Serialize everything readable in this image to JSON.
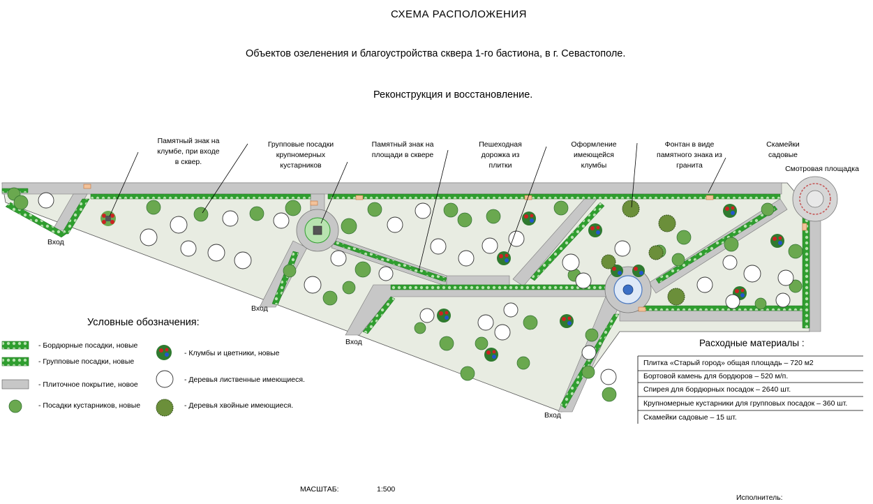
{
  "header": {
    "title": "СХЕМА  РАСПОЛОЖЕНИЯ",
    "subtitle": "Объектов озеленения и благоустройства сквера 1-го бастиона, в г. Севастополе.",
    "subtitle2": "Реконструкция и восстановление."
  },
  "callouts": [
    {
      "text": "Памятный знак на клумбе, при входе в сквер."
    },
    {
      "text": "Групповые посадки крупномерных кустарников"
    },
    {
      "text": "Памятный знак на площади в сквере"
    },
    {
      "text": "Пешеходная дорожка из плитки"
    },
    {
      "text": "Оформление имеющейся клумбы"
    },
    {
      "text": "Фонтан в виде памятного знака из гранита"
    },
    {
      "text": "Скамейки садовые"
    },
    {
      "text": "Смотровая площадка"
    }
  ],
  "entrances": [
    "Вход",
    "Вход",
    "Вход",
    "Вход"
  ],
  "legend": {
    "title": "Условные обозначения:",
    "items": [
      {
        "label": "- Бордюрные посадки, новые",
        "icon": "border-planting-icon"
      },
      {
        "label": "- Групповые посадки, новые",
        "icon": "group-planting-icon"
      },
      {
        "label": "- Плиточное покрытие, новое",
        "icon": "tile-paving-icon"
      },
      {
        "label": "- Посадки кустарников, новые",
        "icon": "shrub-icon"
      },
      {
        "label": "- Клумбы и цветники, новые",
        "icon": "flowerbed-icon"
      },
      {
        "label": "- Деревья лиственные имеющиеся.",
        "icon": "deciduous-tree-icon"
      },
      {
        "label": "- Деревья хвойные имеющиеся.",
        "icon": "conifer-tree-icon"
      }
    ]
  },
  "materials": {
    "title": "Расходные материалы :",
    "rows": [
      "Плитка «Старый город» общая площадь – 720 м2",
      "Бортовой камень для бордюров – 520 м/п.",
      "Спирея для бордюрных посадок – 2640 шт.",
      "Крупномерные кустарники для групповых посадок – 360 шт.",
      "Скамейки садовые – 15 шт."
    ]
  },
  "footer": {
    "scale_label": "МАСШТАБ:",
    "scale_value": "1:500",
    "performer_label": "Исполнитель:"
  },
  "colors": {
    "lawn": "#e8ece2",
    "path": "#c7c7c7",
    "border_green": "#2f9e2f",
    "hedge_light": "#b8e3b0",
    "shrub": "#6aa84f",
    "flower_red": "#cc2222",
    "flower_blue": "#2255cc",
    "conifer": "#6b8f3a"
  }
}
